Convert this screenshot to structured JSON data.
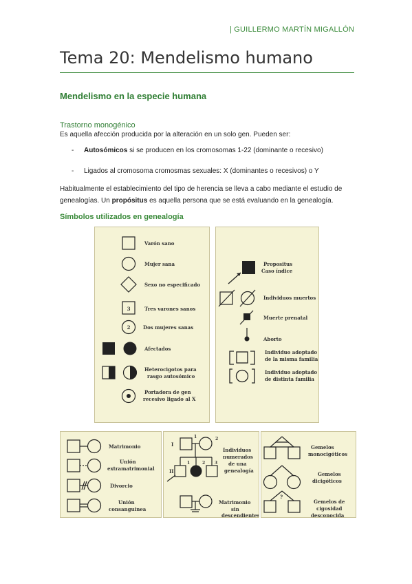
{
  "header": {
    "author": "| GUILLERMO MARTÍN MIGALLÓN"
  },
  "title": "Tema 20: Mendelismo humano",
  "section": {
    "heading": "Mendelismo en la especie humana",
    "subheading": "Trastorno monogénico",
    "intro": "Es aquella afección producida por la alteración en un solo gen. Pueden ser:",
    "bullets": [
      {
        "dash": "-",
        "bold": "Autosómicos",
        "rest": " si se producen en los cromosomas 1-22 (dominante o recesivo)"
      },
      {
        "dash": "-",
        "bold": "",
        "rest": "Ligados al cromosoma cromosmas sexuales: X (dominantes o recesivos) o Y"
      }
    ],
    "para_1": "Habitualmente el establecimiento del tipo de herencia se lleva a cabo mediante el estudio de",
    "para_2_a": "genealogías.  Un ",
    "para_2_bold": "propósitus",
    "para_2_b": " es aquella persona que se está evaluando en la genealogía."
  },
  "symbols_heading": "Símbolos utilizados en genealogía",
  "panel_a": {
    "labels": [
      "Varón sano",
      "Mujer sana",
      "Sexo no especificado",
      "Tres varones sanos",
      "Dos mujeres sanas",
      "Afectados",
      "Heterocigotos para",
      "rasgo autosómico",
      "Portadora de gen",
      "recesivo ligado al X"
    ],
    "num_3": "3",
    "num_2": "2"
  },
  "panel_b": {
    "labels": [
      "Propositus",
      "Caso índice",
      "Individuos muertos",
      "Muerte prenatal",
      "Aborto",
      "Individuo adoptado",
      "de la misma familia",
      "Individuo adoptado",
      "de distinta familia"
    ]
  },
  "panel_c": {
    "labels": [
      "Matrimonio",
      "Unión",
      "extramatrimonial",
      "Divorcio",
      "Unión",
      "consanguínea"
    ]
  },
  "panel_d": {
    "labels": [
      "Individuos",
      "numerados",
      "de una",
      "genealogía",
      "Matrimonio",
      "sin",
      "descendientes"
    ],
    "gen_I": "I",
    "gen_II": "II",
    "n1": "1",
    "n2": "2",
    "n3": "3"
  },
  "panel_e": {
    "labels": [
      "Gemelos",
      "monocigóticos",
      "Gemelos",
      "dicigóticos",
      "Gemelos de",
      "cigosidad",
      "desconocida"
    ],
    "q": "?"
  }
}
